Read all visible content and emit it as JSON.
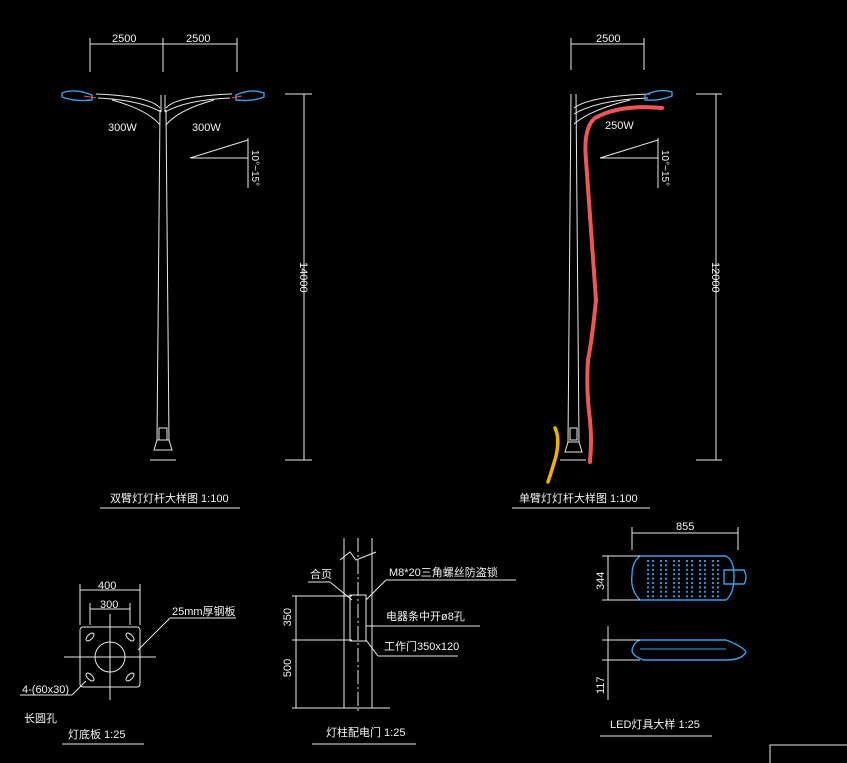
{
  "double_lamp": {
    "dim_left": "2500",
    "dim_right": "2500",
    "watt_left": "300W",
    "watt_right": "300W",
    "angle_label": "10°~15°",
    "height": "14000",
    "title": "双臂灯灯杆大样图 1:100"
  },
  "single_lamp": {
    "dim_top": "2500",
    "watt": "250W",
    "angle_label": "10°~15°",
    "height": "12000",
    "title": "单臂灯灯杆大样图 1:100"
  },
  "base_plate": {
    "dim_outer": "400",
    "dim_inner": "300",
    "plate_label": "25mm厚钢板",
    "hole_label_1": "4-(60x30)",
    "hole_label_2": "长圆孔",
    "title": "灯底板 1:25"
  },
  "door_detail": {
    "top_label": "合页",
    "bolt_label": "M8*20三角螺丝防盗锁",
    "drill_label": "电器条中开ø8孔",
    "door_label": "工作门350x120",
    "dim_upper": "350",
    "dim_lower": "500",
    "title": "灯柱配电门   1:25"
  },
  "led_detail": {
    "width": "855",
    "height_top": "344",
    "height_side": "117",
    "title": "LED灯具大样  1:25"
  },
  "colors": {
    "background": "#000000",
    "line": "#e8e8e8",
    "led_blue": "#3aa0e8",
    "red_mark": "#f05555",
    "yellow_mark": "#f0b000"
  }
}
